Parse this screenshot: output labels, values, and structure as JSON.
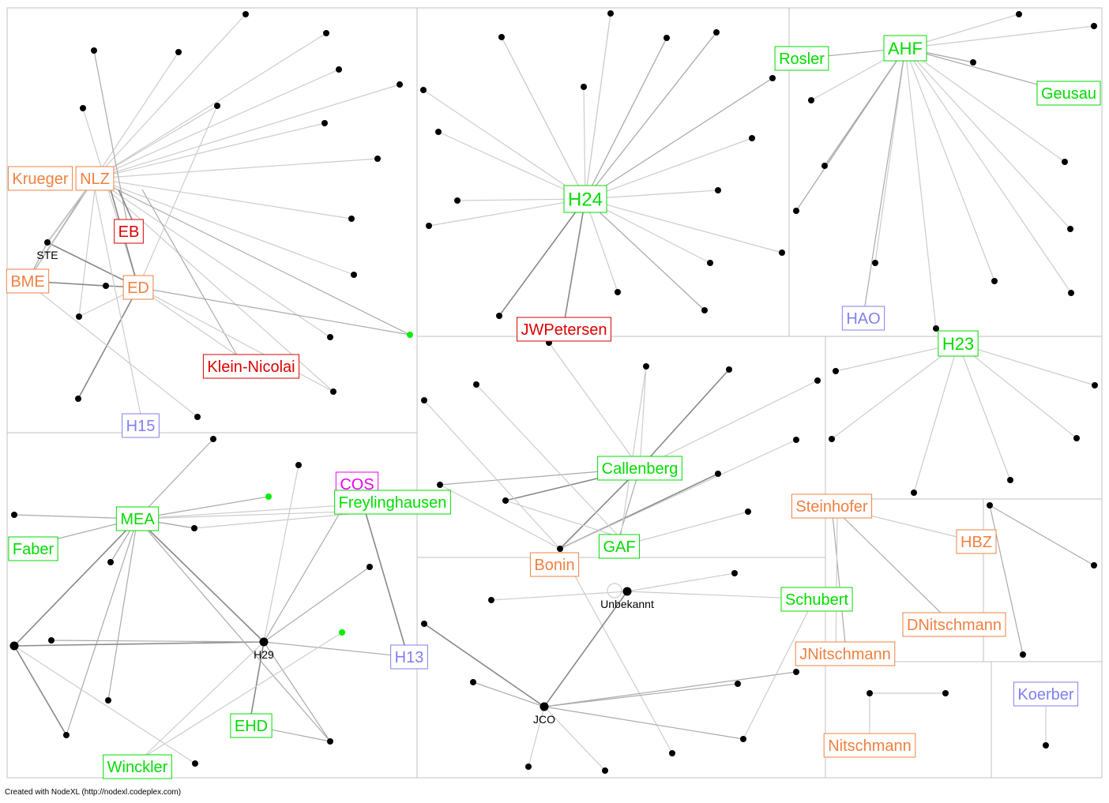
{
  "footer": "Created with NodeXL (http://nodexl.codeplex.com)",
  "colors": {
    "edge_light": "#cccccc",
    "edge_mid": "#aaaaaa",
    "edge_dark": "#888888",
    "dot": "#000000",
    "green_dot": "#00ee00",
    "panel_border": "#c0c0c0",
    "orange": "#f08040",
    "red": "#dd0000",
    "green": "#00dd00",
    "blue": "#7f7ff0",
    "magenta": "#ee00ee"
  },
  "label_nodes": [
    {
      "id": "Krueger",
      "text": "Krueger",
      "color": "orange"
    },
    {
      "id": "NLZ",
      "text": "NLZ",
      "color": "orange"
    },
    {
      "id": "EB",
      "text": "EB",
      "color": "red"
    },
    {
      "id": "BME",
      "text": "BME",
      "color": "orange"
    },
    {
      "id": "ED",
      "text": "ED",
      "color": "orange"
    },
    {
      "id": "KleinNicolai",
      "text": "Klein-Nicolai",
      "color": "red"
    },
    {
      "id": "H15",
      "text": "H15",
      "color": "blue"
    },
    {
      "id": "H24",
      "text": "H24",
      "color": "green"
    },
    {
      "id": "JWPetersen",
      "text": "JWPetersen",
      "color": "red"
    },
    {
      "id": "Rosler",
      "text": "Rosler",
      "color": "green"
    },
    {
      "id": "AHF",
      "text": "AHF",
      "color": "green"
    },
    {
      "id": "Geusau",
      "text": "Geusau",
      "color": "green"
    },
    {
      "id": "HAO",
      "text": "HAO",
      "color": "blue"
    },
    {
      "id": "H23",
      "text": "H23",
      "color": "green"
    },
    {
      "id": "MEA",
      "text": "MEA",
      "color": "green"
    },
    {
      "id": "COS",
      "text": "COS",
      "color": "magenta"
    },
    {
      "id": "Freylinghausen",
      "text": "Freylinghausen",
      "color": "green"
    },
    {
      "id": "Faber",
      "text": "Faber",
      "color": "green"
    },
    {
      "id": "H13",
      "text": "H13",
      "color": "blue"
    },
    {
      "id": "EHD",
      "text": "EHD",
      "color": "green"
    },
    {
      "id": "Winckler",
      "text": "Winckler",
      "color": "green"
    },
    {
      "id": "Callenberg",
      "text": "Callenberg",
      "color": "green"
    },
    {
      "id": "GAF",
      "text": "GAF",
      "color": "green"
    },
    {
      "id": "Bonin",
      "text": "Bonin",
      "color": "orange"
    },
    {
      "id": "Schubert",
      "text": "Schubert",
      "color": "green"
    },
    {
      "id": "Steinhofer",
      "text": "Steinhofer",
      "color": "orange"
    },
    {
      "id": "HBZ",
      "text": "HBZ",
      "color": "orange"
    },
    {
      "id": "DNitschmann",
      "text": "DNitschmann",
      "color": "orange"
    },
    {
      "id": "JNitschmann",
      "text": "JNitschmann",
      "color": "orange"
    },
    {
      "id": "Nitschmann",
      "text": "Nitschmann",
      "color": "orange"
    },
    {
      "id": "Koerber",
      "text": "Koerber",
      "color": "blue"
    }
  ],
  "text_nodes": [
    {
      "id": "STE",
      "text": "STE"
    },
    {
      "id": "H29",
      "text": "H29"
    },
    {
      "id": "Unbekannt",
      "text": "Unbekannt"
    },
    {
      "id": "JCO",
      "text": "JCO"
    }
  ]
}
